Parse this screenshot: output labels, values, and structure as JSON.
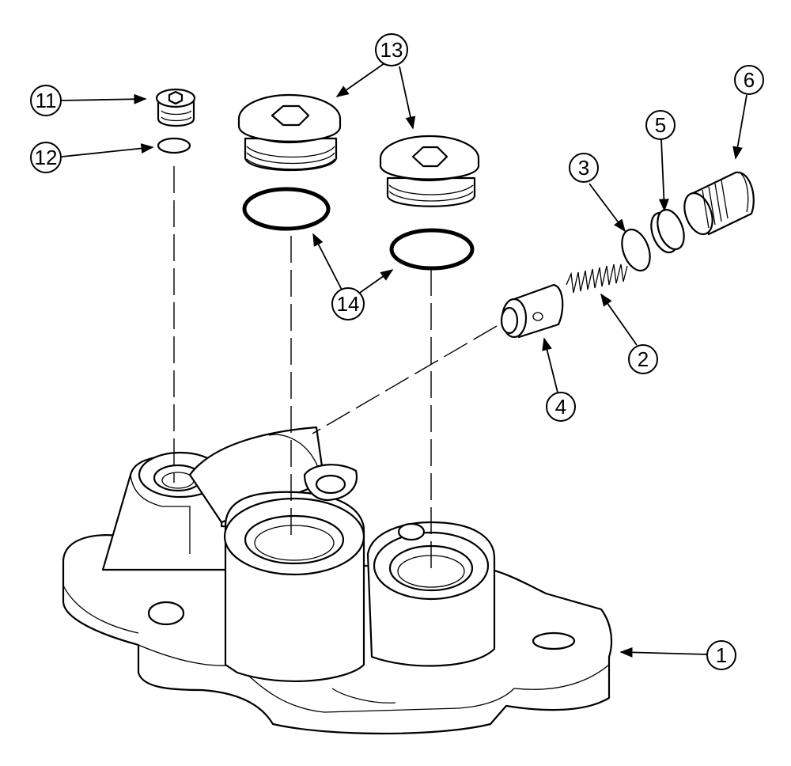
{
  "diagram": {
    "callouts": [
      "1",
      "2",
      "3",
      "4",
      "5",
      "6",
      "11",
      "12",
      "13",
      "14"
    ]
  }
}
